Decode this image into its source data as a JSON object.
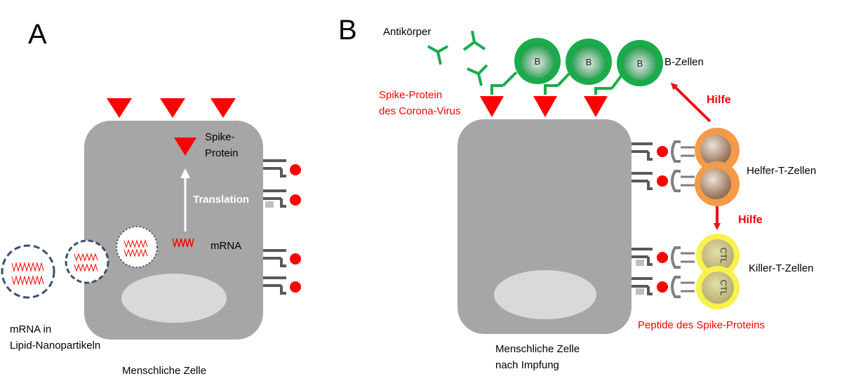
{
  "panel_a": {
    "letter": "A",
    "spike_protein_label_line1": "Spike-",
    "spike_protein_label_line2": "Protein",
    "translation_label": "Translation",
    "mrna_label": "mRNA",
    "lnp_label_line1": "mRNA in",
    "lnp_label_line2": "Lipid-Nanopartikeln",
    "cell_label": "Menschliche Zelle"
  },
  "panel_b": {
    "letter": "B",
    "antibody_label": "Antikörper",
    "bcell_label": "B-Zellen",
    "bcell_letter": "B",
    "spike_label_line1": "Spike-Protein",
    "spike_label_line2": "des Corona-Virus",
    "help_label_top": "Hilfe",
    "help_label_bottom": "Hilfe",
    "helper_label": "Helfer-T-Zellen",
    "killer_label": "Killer-T-Zellen",
    "ctl_letter": "CTL",
    "peptide_label": "Peptide des Spike-Proteins",
    "cell_label_line1": "Menschliche Zelle",
    "cell_label_line2": "nach Impfung"
  },
  "colors": {
    "cell": "#a6a6a6",
    "nucleus": "#d9d9d9",
    "spike": "#ff0000",
    "antibody": "#1aab4b",
    "bcell": "#1aab4b",
    "helper": "#f59a48",
    "killer": "#f8f24a",
    "lnp_border": "#3a4f6f",
    "text_red": "#ff0000"
  }
}
